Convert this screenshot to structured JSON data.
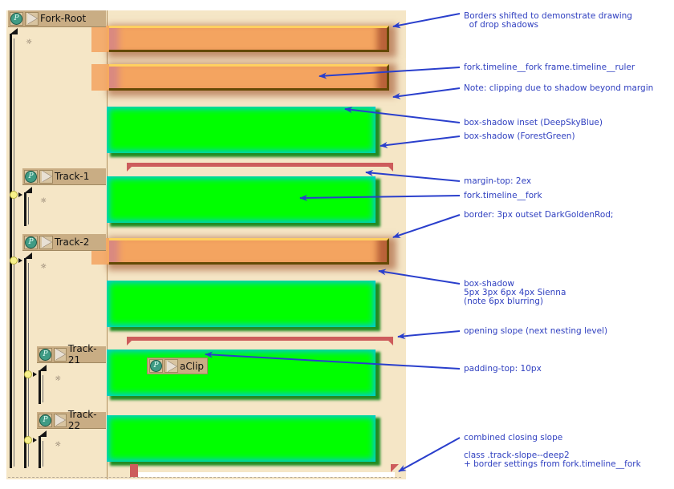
{
  "tracks": {
    "fork_root": {
      "label": "Fork-Root"
    },
    "track1": {
      "label": "Track-1"
    },
    "track2": {
      "label": "Track-2"
    },
    "track21": {
      "label": "Track-21"
    },
    "track22": {
      "label": "Track-22"
    },
    "clip": {
      "label": "aClip"
    }
  },
  "icons": {
    "pin": "P",
    "bulb": "☼"
  },
  "colors": {
    "panel_bg": "#f5e6c6",
    "ruler_fill": "#f4a460",
    "ruler_border": "#b8860b",
    "fork_fill": "#00ff00",
    "inset_shadow": "#00bfff",
    "drop_shadow": "#228b22",
    "slope": "#cd5c5c",
    "annotation": "#3040c0"
  },
  "annotations": [
    {
      "text": "Borders shifted to demonstrate drawing\n  of drop shadows"
    },
    {
      "text": "fork.timeline__fork frame.timeline__ruler"
    },
    {
      "text": "Note: clipping due to shadow beyond margin"
    },
    {
      "text": "box-shadow inset (DeepSkyBlue)"
    },
    {
      "text": "box-shadow (ForestGreen)"
    },
    {
      "text": "margin-top: 2ex"
    },
    {
      "text": "fork.timeline__fork"
    },
    {
      "text": "border: 3px outset DarkGoldenRod;"
    },
    {
      "text": "box-shadow\n5px 3px 6px 4px Sienna\n(note 6px blurring)"
    },
    {
      "text": "opening slope (next nesting level)"
    },
    {
      "text": "padding-top: 10px"
    },
    {
      "text": "combined closing slope\n\nclass .track-slope--deep2\n+ border settings from fork.timeline__fork"
    }
  ]
}
